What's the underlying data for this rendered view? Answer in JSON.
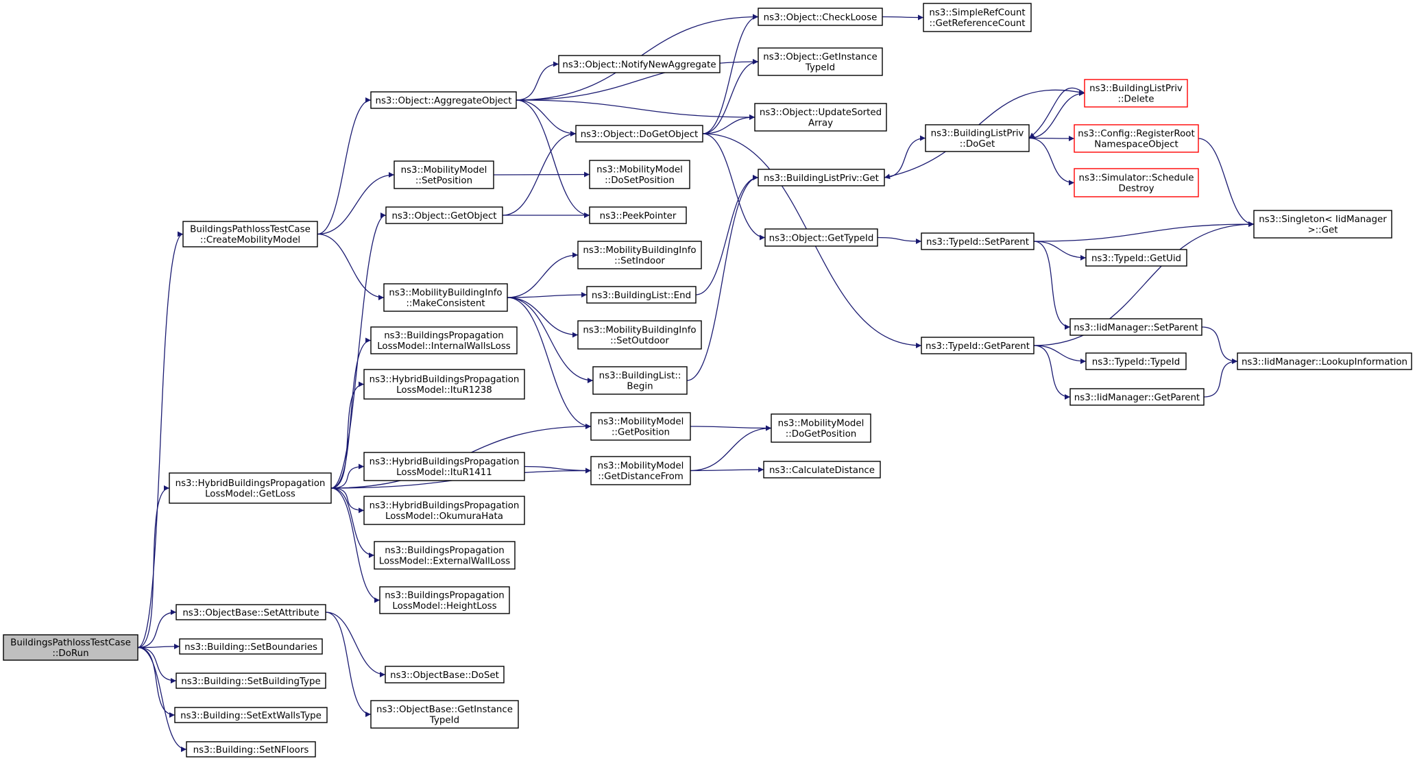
{
  "colors": {
    "edge": "#191970",
    "node_border": "#000000",
    "truncated_border": "#ff0000",
    "root_fill": "#bfbfbf",
    "node_fill": "#ffffff"
  },
  "nodes": {
    "doRun": {
      "lines": [
        "BuildingsPathlossTestCase",
        "::DoRun"
      ],
      "style": "root"
    },
    "createMobilityModel": {
      "lines": [
        "BuildingsPathlossTestCase",
        "::CreateMobilityModel"
      ]
    },
    "hybridGetLoss": {
      "lines": [
        "ns3::HybridBuildingsPropagation",
        "LossModel::GetLoss"
      ]
    },
    "objectBaseSetAttribute": {
      "lines": [
        "ns3::ObjectBase::SetAttribute"
      ]
    },
    "buildingSetBoundaries": {
      "lines": [
        "ns3::Building::SetBoundaries"
      ]
    },
    "buildingSetBuildingType": {
      "lines": [
        "ns3::Building::SetBuildingType"
      ]
    },
    "buildingSetExtWallsType": {
      "lines": [
        "ns3::Building::SetExtWallsType"
      ]
    },
    "buildingSetNFloors": {
      "lines": [
        "ns3::Building::SetNFloors"
      ]
    },
    "aggregateObject": {
      "lines": [
        "ns3::Object::AggregateObject"
      ]
    },
    "mobilitySetPosition": {
      "lines": [
        "ns3::MobilityModel",
        "::SetPosition"
      ]
    },
    "objectGetObject": {
      "lines": [
        "ns3::Object::GetObject"
      ]
    },
    "mbiMakeConsistent": {
      "lines": [
        "ns3::MobilityBuildingInfo",
        "::MakeConsistent"
      ]
    },
    "bplmInternalWallsLoss": {
      "lines": [
        "ns3::BuildingsPropagation",
        "LossModel::InternalWallsLoss"
      ]
    },
    "hybridItuR1238": {
      "lines": [
        "ns3::HybridBuildingsPropagation",
        "LossModel::ItuR1238"
      ]
    },
    "hybridItuR1411": {
      "lines": [
        "ns3::HybridBuildingsPropagation",
        "LossModel::ItuR1411"
      ]
    },
    "hybridOkumuraHata": {
      "lines": [
        "ns3::HybridBuildingsPropagation",
        "LossModel::OkumuraHata"
      ]
    },
    "bplmExternalWallLoss": {
      "lines": [
        "ns3::BuildingsPropagation",
        "LossModel::ExternalWallLoss"
      ]
    },
    "bplmHeightLoss": {
      "lines": [
        "ns3::BuildingsPropagation",
        "LossModel::HeightLoss"
      ]
    },
    "objectBaseDoSet": {
      "lines": [
        "ns3::ObjectBase::DoSet"
      ]
    },
    "objectBaseGetInstanceTypeId": {
      "lines": [
        "ns3::ObjectBase::GetInstance",
        "TypeId"
      ]
    },
    "notifyNewAggregate": {
      "lines": [
        "ns3::Object::NotifyNewAggregate"
      ]
    },
    "objectDoGetObject": {
      "lines": [
        "ns3::Object::DoGetObject"
      ]
    },
    "mobilityDoSetPosition": {
      "lines": [
        "ns3::MobilityModel",
        "::DoSetPosition"
      ]
    },
    "peekPointer": {
      "lines": [
        "ns3::PeekPointer"
      ]
    },
    "mbiSetIndoor": {
      "lines": [
        "ns3::MobilityBuildingInfo",
        "::SetIndoor"
      ]
    },
    "buildingListEnd": {
      "lines": [
        "ns3::BuildingList::End"
      ]
    },
    "mbiSetOutdoor": {
      "lines": [
        "ns3::MobilityBuildingInfo",
        "::SetOutdoor"
      ]
    },
    "buildingListBegin": {
      "lines": [
        "ns3::BuildingList::",
        "Begin"
      ]
    },
    "mobilityGetPosition": {
      "lines": [
        "ns3::MobilityModel",
        "::GetPosition"
      ]
    },
    "mobilityGetDistanceFrom": {
      "lines": [
        "ns3::MobilityModel",
        "::GetDistanceFrom"
      ]
    },
    "objectCheckLoose": {
      "lines": [
        "ns3::Object::CheckLoose"
      ]
    },
    "objectGetInstanceTypeId": {
      "lines": [
        "ns3::Object::GetInstance",
        "TypeId"
      ]
    },
    "objectUpdateSortedArray": {
      "lines": [
        "ns3::Object::UpdateSorted",
        "Array"
      ]
    },
    "buildingListPrivGet": {
      "lines": [
        "ns3::BuildingListPriv::Get"
      ]
    },
    "objectGetTypeId": {
      "lines": [
        "ns3::Object::GetTypeId"
      ]
    },
    "mobilityDoGetPosition": {
      "lines": [
        "ns3::MobilityModel",
        "::DoGetPosition"
      ]
    },
    "calculateDistance": {
      "lines": [
        "ns3::CalculateDistance"
      ]
    },
    "simpleRefCountGetReferenceCount": {
      "lines": [
        "ns3::SimpleRefCount",
        "::GetReferenceCount"
      ]
    },
    "buildingListPrivDoGet": {
      "lines": [
        "ns3::BuildingListPriv",
        "::DoGet"
      ]
    },
    "typeIdSetParent": {
      "lines": [
        "ns3::TypeId::SetParent"
      ]
    },
    "typeIdGetParent": {
      "lines": [
        "ns3::TypeId::GetParent"
      ]
    },
    "buildingListPrivDelete": {
      "lines": [
        "ns3::BuildingListPriv",
        "::Delete"
      ],
      "style": "truncated"
    },
    "configRegisterRootNamespaceObject": {
      "lines": [
        "ns3::Config::RegisterRoot",
        "NamespaceObject"
      ],
      "style": "truncated"
    },
    "simulatorScheduleDestroy": {
      "lines": [
        "ns3::Simulator::Schedule",
        "Destroy"
      ],
      "style": "truncated"
    },
    "typeIdGetUid": {
      "lines": [
        "ns3::TypeId::GetUid"
      ]
    },
    "iidManagerSetParent": {
      "lines": [
        "ns3::IidManager::SetParent"
      ]
    },
    "typeIdTypeId": {
      "lines": [
        "ns3::TypeId::TypeId"
      ]
    },
    "iidManagerGetParent": {
      "lines": [
        "ns3::IidManager::GetParent"
      ]
    },
    "singletonIidManagerGet": {
      "lines": [
        "ns3::Singleton< IidManager",
        " >::Get"
      ]
    },
    "iidManagerLookupInformation": {
      "lines": [
        "ns3::IidManager::LookupInformation"
      ]
    }
  },
  "edges": [
    [
      "doRun",
      "createMobilityModel"
    ],
    [
      "doRun",
      "hybridGetLoss"
    ],
    [
      "doRun",
      "objectBaseSetAttribute"
    ],
    [
      "doRun",
      "buildingSetBoundaries"
    ],
    [
      "doRun",
      "buildingSetBuildingType"
    ],
    [
      "doRun",
      "buildingSetExtWallsType"
    ],
    [
      "doRun",
      "buildingSetNFloors"
    ],
    [
      "createMobilityModel",
      "aggregateObject"
    ],
    [
      "createMobilityModel",
      "mobilitySetPosition"
    ],
    [
      "createMobilityModel",
      "mbiMakeConsistent"
    ],
    [
      "hybridGetLoss",
      "objectGetObject"
    ],
    [
      "hybridGetLoss",
      "bplmInternalWallsLoss"
    ],
    [
      "hybridGetLoss",
      "hybridItuR1238"
    ],
    [
      "hybridGetLoss",
      "mobilityGetPosition"
    ],
    [
      "hybridGetLoss",
      "hybridItuR1411"
    ],
    [
      "hybridGetLoss",
      "hybridOkumuraHata"
    ],
    [
      "hybridGetLoss",
      "bplmExternalWallLoss"
    ],
    [
      "hybridGetLoss",
      "bplmHeightLoss"
    ],
    [
      "hybridGetLoss",
      "mobilityGetDistanceFrom"
    ],
    [
      "objectBaseSetAttribute",
      "objectBaseDoSet"
    ],
    [
      "objectBaseSetAttribute",
      "objectBaseGetInstanceTypeId"
    ],
    [
      "aggregateObject",
      "objectCheckLoose"
    ],
    [
      "aggregateObject",
      "objectGetInstanceTypeId"
    ],
    [
      "aggregateObject",
      "notifyNewAggregate"
    ],
    [
      "aggregateObject",
      "objectUpdateSortedArray"
    ],
    [
      "aggregateObject",
      "objectDoGetObject"
    ],
    [
      "aggregateObject",
      "peekPointer"
    ],
    [
      "mobilitySetPosition",
      "mobilityDoSetPosition"
    ],
    [
      "objectGetObject",
      "objectDoGetObject"
    ],
    [
      "objectGetObject",
      "peekPointer"
    ],
    [
      "mbiMakeConsistent",
      "mbiSetIndoor"
    ],
    [
      "mbiMakeConsistent",
      "buildingListEnd"
    ],
    [
      "mbiMakeConsistent",
      "mbiSetOutdoor"
    ],
    [
      "mbiMakeConsistent",
      "buildingListBegin"
    ],
    [
      "mbiMakeConsistent",
      "mobilityGetPosition"
    ],
    [
      "hybridItuR1411",
      "mobilityGetDistanceFrom"
    ],
    [
      "objectDoGetObject",
      "objectCheckLoose"
    ],
    [
      "objectDoGetObject",
      "objectGetInstanceTypeId"
    ],
    [
      "objectDoGetObject",
      "objectUpdateSortedArray"
    ],
    [
      "objectDoGetObject",
      "objectGetTypeId"
    ],
    [
      "objectDoGetObject",
      "typeIdGetParent"
    ],
    [
      "buildingListEnd",
      "buildingListPrivGet"
    ],
    [
      "buildingListBegin",
      "buildingListPrivGet"
    ],
    [
      "mobilityGetPosition",
      "mobilityDoGetPosition"
    ],
    [
      "mobilityGetDistanceFrom",
      "mobilityDoGetPosition"
    ],
    [
      "mobilityGetDistanceFrom",
      "calculateDistance"
    ],
    [
      "objectCheckLoose",
      "simpleRefCountGetReferenceCount"
    ],
    [
      "buildingListPrivGet",
      "buildingListPrivDoGet"
    ],
    [
      "objectGetTypeId",
      "typeIdSetParent"
    ],
    [
      "buildingListPrivDoGet",
      "buildingListPrivDelete"
    ],
    [
      "buildingListPrivDoGet",
      "configRegisterRootNamespaceObject"
    ],
    [
      "buildingListPrivDoGet",
      "simulatorScheduleDestroy"
    ],
    [
      "buildingListPrivDelete",
      "buildingListPrivGet"
    ],
    [
      "buildingListPrivDelete",
      "buildingListPrivDoGet"
    ],
    [
      "configRegisterRootNamespaceObject",
      "singletonIidManagerGet"
    ],
    [
      "typeIdSetParent",
      "singletonIidManagerGet"
    ],
    [
      "typeIdSetParent",
      "typeIdGetUid"
    ],
    [
      "typeIdSetParent",
      "iidManagerSetParent"
    ],
    [
      "typeIdGetParent",
      "singletonIidManagerGet"
    ],
    [
      "typeIdGetParent",
      "typeIdTypeId"
    ],
    [
      "typeIdGetParent",
      "iidManagerGetParent"
    ],
    [
      "iidManagerSetParent",
      "iidManagerLookupInformation"
    ],
    [
      "iidManagerGetParent",
      "iidManagerLookupInformation"
    ]
  ]
}
